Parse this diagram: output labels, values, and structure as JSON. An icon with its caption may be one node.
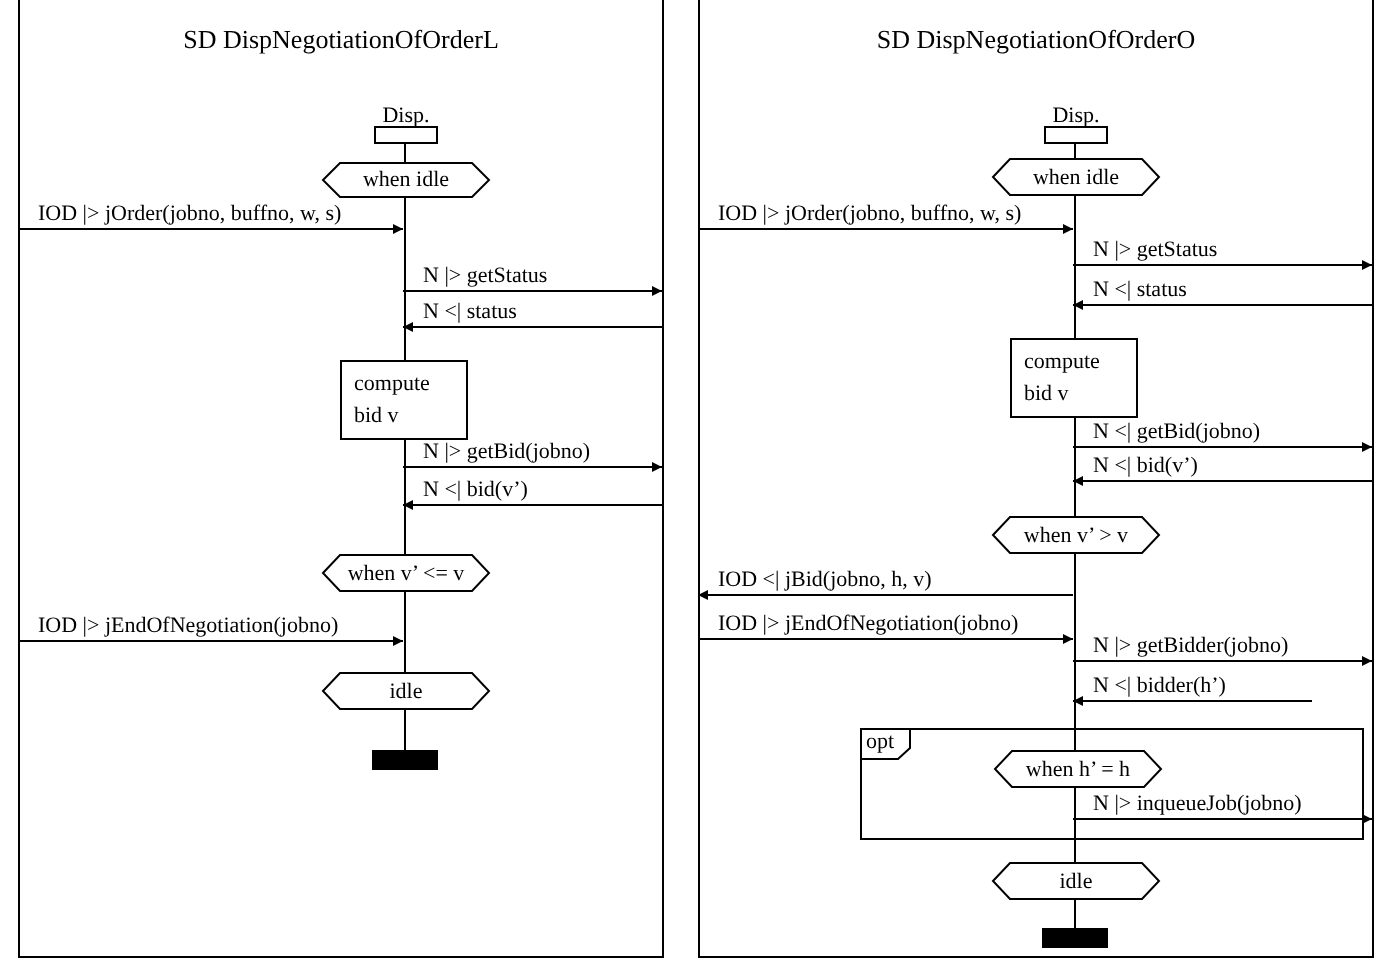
{
  "diagram": {
    "nodes": [
      {
        "text": [
          "SD DispNegotiationOfOrderL"
        ]
      },
      {
        "text": [
          "Disp."
        ],
        "in": 0
      },
      {
        "text": [],
        "shape": "bar",
        "in": 0
      },
      {
        "text": [
          "when idle"
        ],
        "in": 0
      },
      {
        "text": [
          "compute bid v"
        ],
        "in": 0
      },
      {
        "text": [
          "when v’ <= v"
        ],
        "in": 0
      },
      {
        "text": [
          "idle"
        ],
        "in": 0
      },
      {
        "text": [],
        "shape": "bar",
        "in": 0
      },
      {
        "text": [
          "SD DispNegotiationOfOrderO"
        ]
      },
      {
        "text": [
          "Disp."
        ],
        "in": 8
      },
      {
        "text": [],
        "shape": "bar",
        "in": 8
      },
      {
        "text": [
          "when idle"
        ],
        "in": 8
      },
      {
        "text": [
          "compute bid v"
        ],
        "in": 8
      },
      {
        "text": [
          "when v’ > v"
        ],
        "in": 8
      },
      {
        "text": [
          "opt"
        ],
        "in": 8
      },
      {
        "text": [
          "when h’ = h"
        ],
        "in": 14
      },
      {
        "text": [
          "idle"
        ],
        "in": 8
      },
      {
        "text": [],
        "shape": "bar",
        "in": 8
      }
    ],
    "edges": [
      {
        "from": null,
        "to": 2,
        "arrow": "to",
        "label": "IOD |> jOrder(jobno, buffno, w, s)"
      },
      {
        "from": 2,
        "to": null,
        "arrow": "to",
        "label": "N |> getStatus"
      },
      {
        "from": null,
        "to": 2,
        "arrow": "to",
        "label": "N <| status"
      },
      {
        "from": 2,
        "to": null,
        "arrow": "to",
        "label": "N |> getBid(jobno)"
      },
      {
        "from": null,
        "to": 2,
        "arrow": "to",
        "label": "N <| bid(v’)"
      },
      {
        "from": null,
        "to": 2,
        "arrow": "to",
        "label": "IOD |> jEndOfNegotiation(jobno)"
      },
      {
        "from": null,
        "to": 10,
        "arrow": "to",
        "label": "IOD |> jOrder(jobno, buffno, w, s)"
      },
      {
        "from": 10,
        "to": null,
        "arrow": "to",
        "label": "N |> getStatus"
      },
      {
        "from": null,
        "to": 10,
        "arrow": "to",
        "label": "N <| status"
      },
      {
        "from": 10,
        "to": null,
        "arrow": "to",
        "label": "N <| getBid(jobno)"
      },
      {
        "from": null,
        "to": 10,
        "arrow": "to",
        "label": "N <| bid(v’)"
      },
      {
        "from": 10,
        "to": null,
        "arrow": "to",
        "label": "IOD <| jBid(jobno, h, v)"
      },
      {
        "from": null,
        "to": 10,
        "arrow": "to",
        "label": "IOD |> jEndOfNegotiation(jobno)"
      },
      {
        "from": 10,
        "to": null,
        "arrow": "to",
        "label": "N |> getBidder(jobno)"
      },
      {
        "from": null,
        "to": 10,
        "arrow": "to",
        "label": "N <| bidder(h’)"
      },
      {
        "from": 10,
        "to": 8,
        "arrow": "to",
        "label": "N |> inqueueJob(jobno)"
      }
    ]
  }
}
